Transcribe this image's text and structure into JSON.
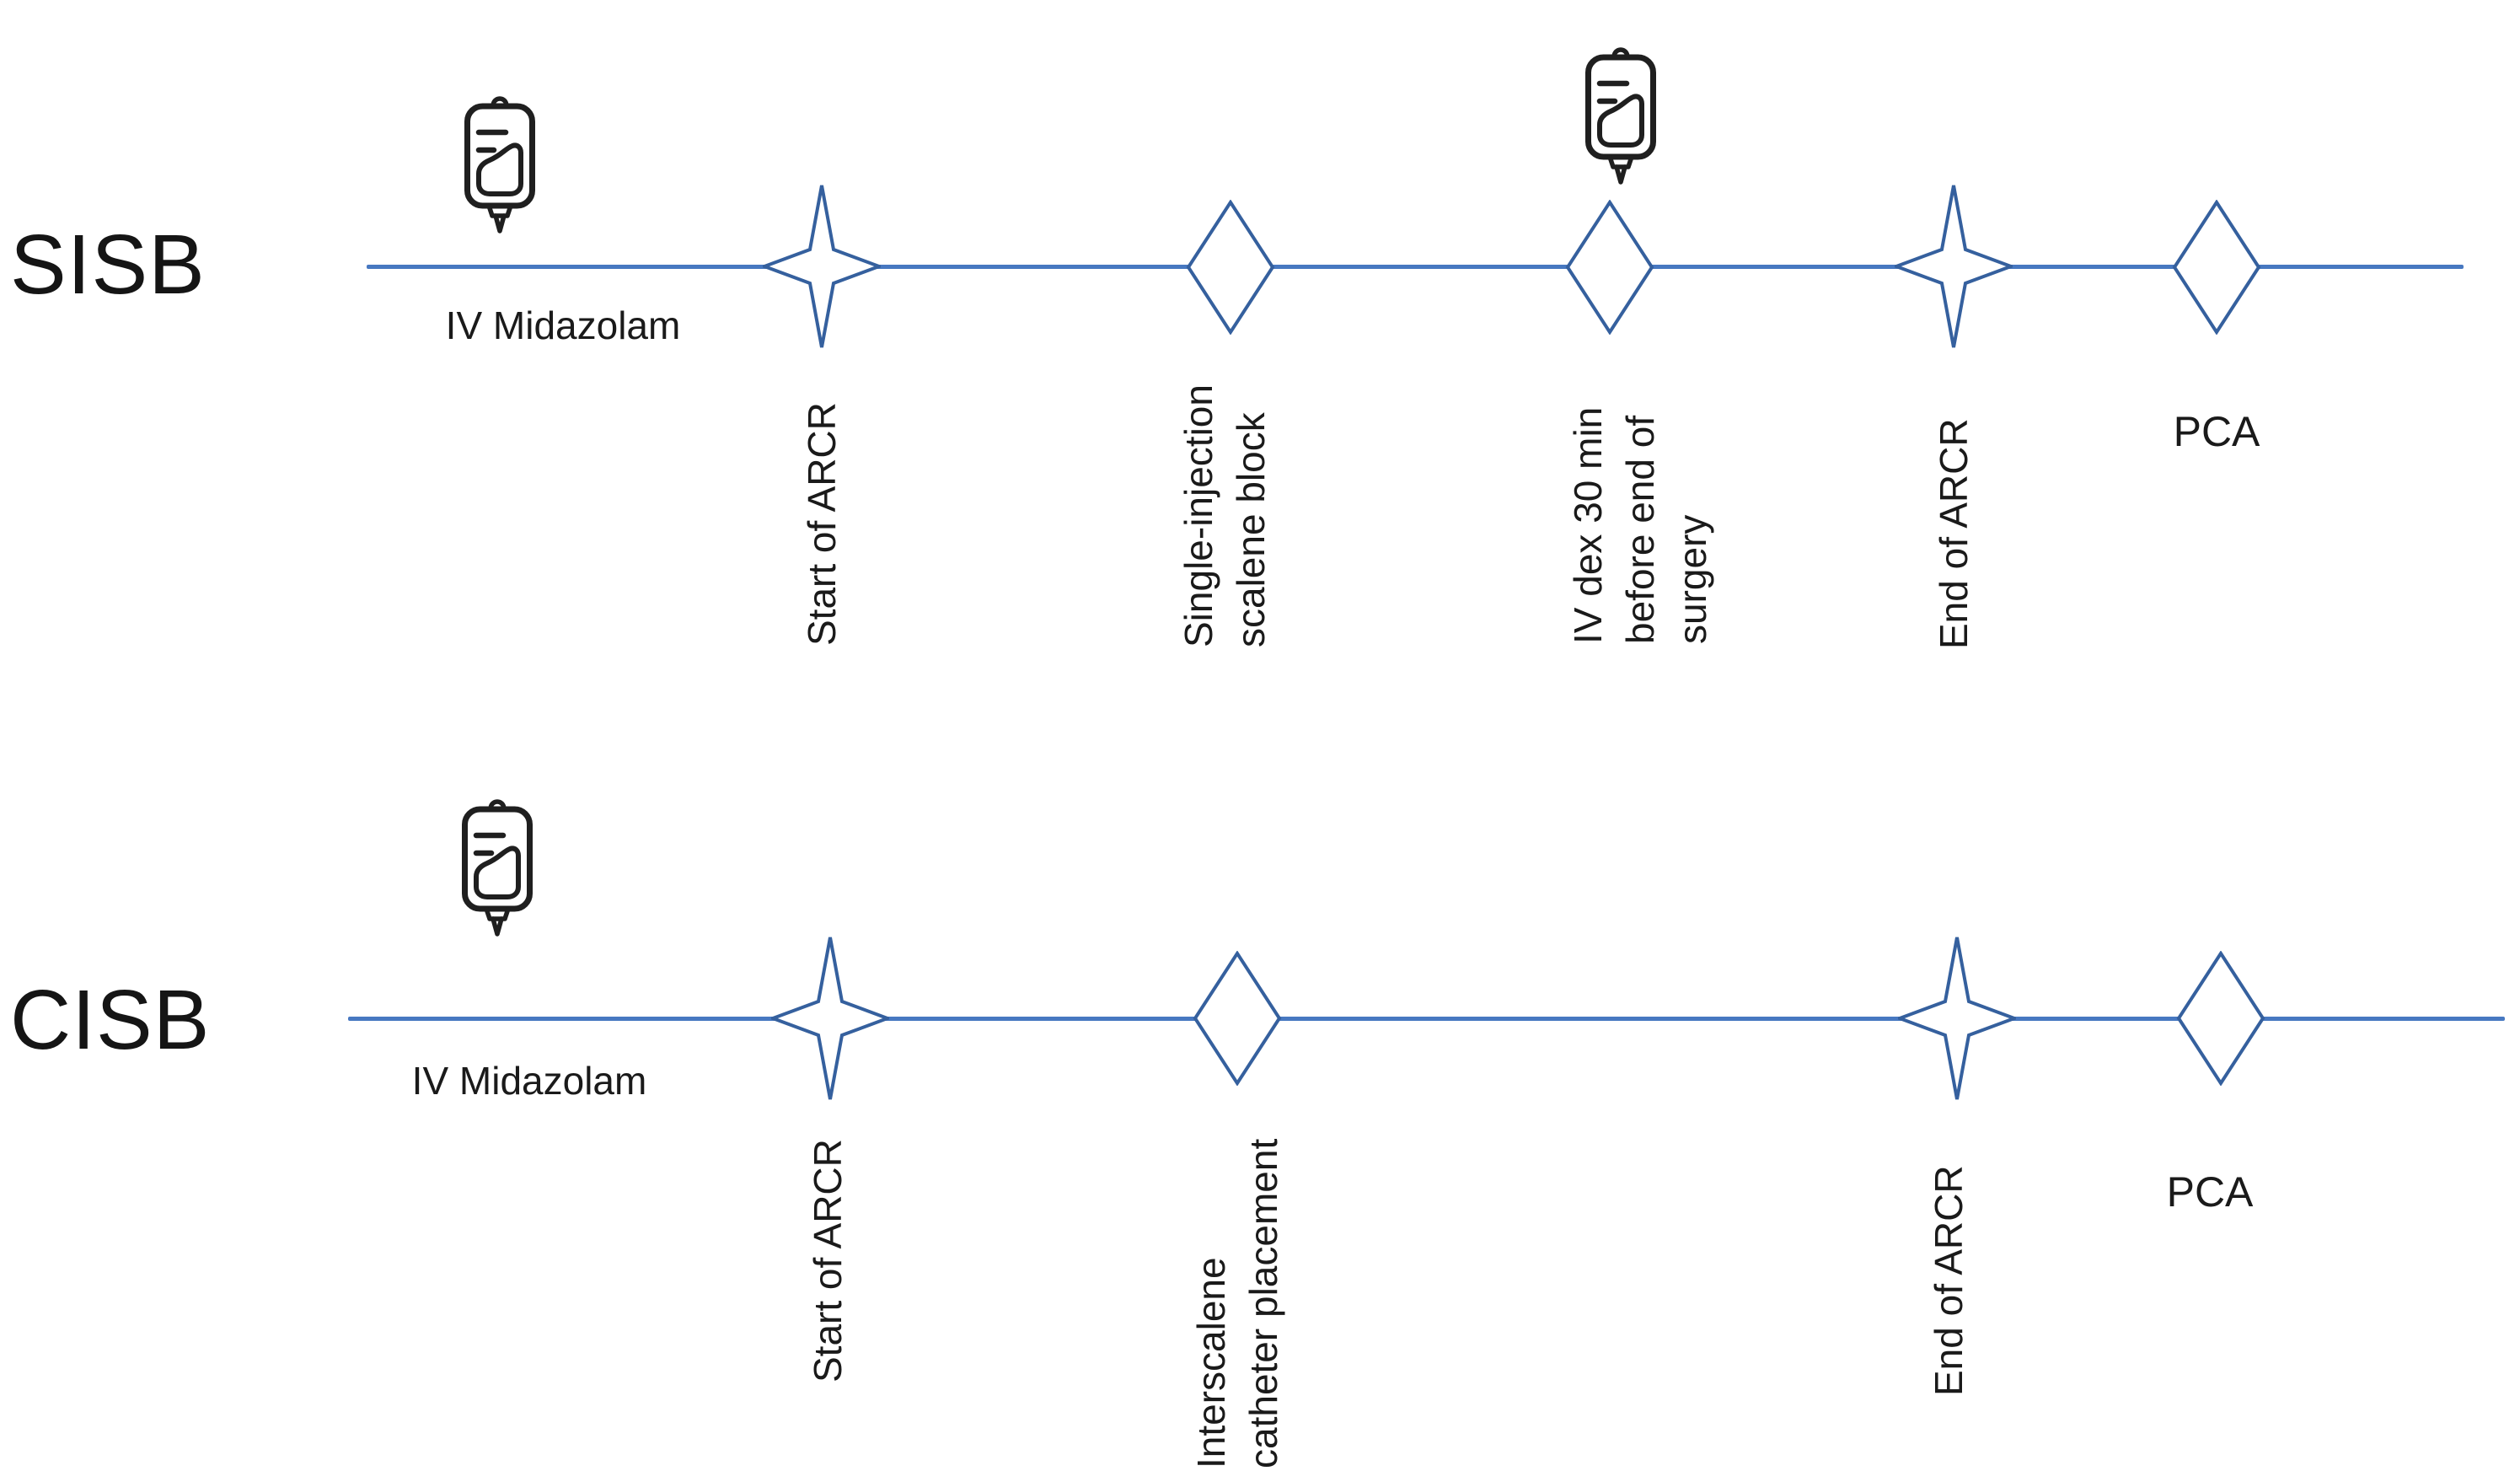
{
  "figure": {
    "colors": {
      "timeline": "#4778c1",
      "marker_stroke": "#35609e",
      "text": "#1a1a1a",
      "icon": "#1f1f1f"
    },
    "rows": [
      {
        "label": "SISB",
        "premed_label": "IV Midazolam",
        "events": [
          {
            "label": "Start of ARCR",
            "marker": "star"
          },
          {
            "label": "Single-injection\nscalene block",
            "marker": "diamond"
          },
          {
            "label": "IV dex 30 min\nbefore end of\nsurgery",
            "marker": "diamond",
            "icon": "iv-bag"
          },
          {
            "label": "End of ARCR",
            "marker": "star"
          },
          {
            "label": "PCA",
            "marker": "diamond"
          }
        ]
      },
      {
        "label": "CISB",
        "premed_label": "IV Midazolam",
        "events": [
          {
            "label": "Start of ARCR",
            "marker": "star"
          },
          {
            "label": "Interscalene\ncatheter placement",
            "marker": "diamond"
          },
          {
            "label": "End of ARCR",
            "marker": "star"
          },
          {
            "label": "PCA",
            "marker": "diamond"
          }
        ]
      }
    ]
  }
}
